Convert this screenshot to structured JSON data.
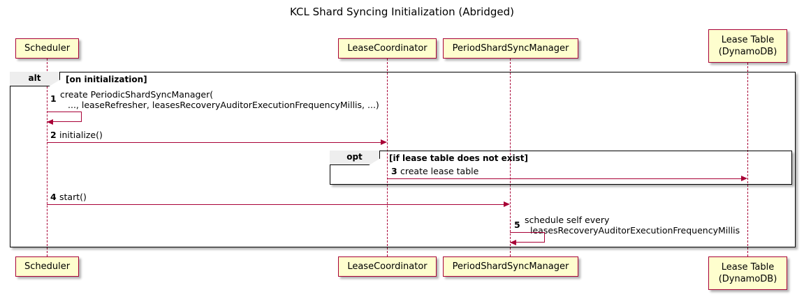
{
  "diagram": {
    "type": "sequence-diagram",
    "title": "KCL Shard Syncing Initialization (Abridged)",
    "participants": [
      {
        "id": "scheduler",
        "label": "Scheduler",
        "label_line2": ""
      },
      {
        "id": "leasecoordinator",
        "label": "LeaseCoordinator",
        "label_line2": ""
      },
      {
        "id": "periodshardsyncmanager",
        "label": "PeriodShardSyncManager",
        "label_line2": ""
      },
      {
        "id": "leasetable",
        "label": "Lease Table",
        "label_line2": "(DynamoDB)"
      }
    ],
    "fragments": [
      {
        "id": "alt-frame",
        "operator": "alt",
        "condition": "[on initialization]"
      },
      {
        "id": "opt-frame",
        "operator": "opt",
        "condition": "[if lease table does not exist]"
      }
    ],
    "messages": [
      {
        "number": "1",
        "label_line1": "create PeriodicShardSyncManager(",
        "label_line2": "..., leaseRefresher, leasesRecoveryAuditorExecutionFrequencyMillis, ...)",
        "from": "scheduler",
        "to": "scheduler",
        "kind": "self"
      },
      {
        "number": "2",
        "label_line1": "initialize()",
        "label_line2": "",
        "from": "scheduler",
        "to": "leasecoordinator",
        "kind": "sync"
      },
      {
        "number": "3",
        "label_line1": "create lease table",
        "label_line2": "",
        "from": "leasecoordinator",
        "to": "leasetable",
        "kind": "sync"
      },
      {
        "number": "4",
        "label_line1": "start()",
        "label_line2": "",
        "from": "scheduler",
        "to": "periodshardsyncmanager",
        "kind": "sync"
      },
      {
        "number": "5",
        "label_line1": "schedule self every",
        "label_line2": "leasesRecoveryAuditorExecutionFrequencyMillis",
        "from": "periodshardsyncmanager",
        "to": "periodshardsyncmanager",
        "kind": "self"
      }
    ],
    "colors": {
      "participant_fill": "#FEFECE",
      "participant_border": "#A80036",
      "arrow": "#A80036",
      "frame_border": "#000000",
      "frame_tab_fill": "#EEEEEE",
      "background": "#FFFFFF",
      "text": "#000000"
    }
  }
}
